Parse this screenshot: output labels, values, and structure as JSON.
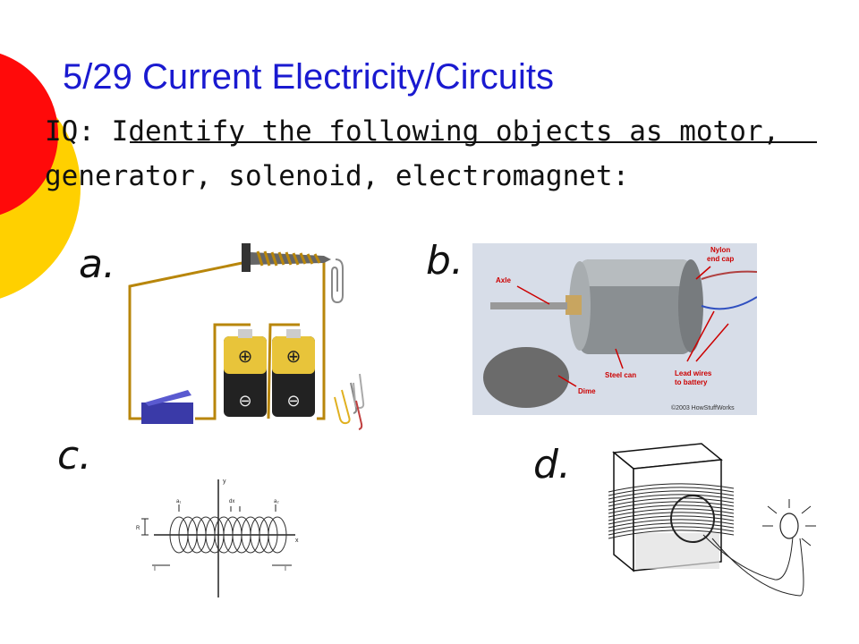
{
  "slide": {
    "title": "5/29 Current Electricity/Circuits",
    "question_line1": "IQ: Identify the following objects as motor,",
    "question_line2": "generator, solenoid, electromagnet:"
  },
  "labels": {
    "a": "a.",
    "b": "b.",
    "c": "c.",
    "d": "d."
  },
  "photo_b": {
    "callouts": {
      "axle": "Axle",
      "nylon_end_cap_1": "Nylon",
      "nylon_end_cap_2": "end cap",
      "steel_can": "Steel can",
      "lead_wires_1": "Lead wires",
      "lead_wires_2": "to battery",
      "dime": "Dime"
    },
    "copyright": "©2003 HowStuffWorks"
  },
  "diagram_c": {
    "axis_y": "y",
    "axis_x": "x",
    "label_a1": "a₁",
    "label_a2": "a₂",
    "label_dx": "dx",
    "label_r": "R",
    "current_left": "I",
    "current_right": "I"
  },
  "battery_symbols": {
    "plus": "⊕",
    "minus": "⊖"
  },
  "colors": {
    "title": "#1a1ad0",
    "deco_red": "#ff0a0a",
    "deco_yellow": "#ffd000",
    "wire": "#b8860b",
    "callout": "#cc0000"
  }
}
